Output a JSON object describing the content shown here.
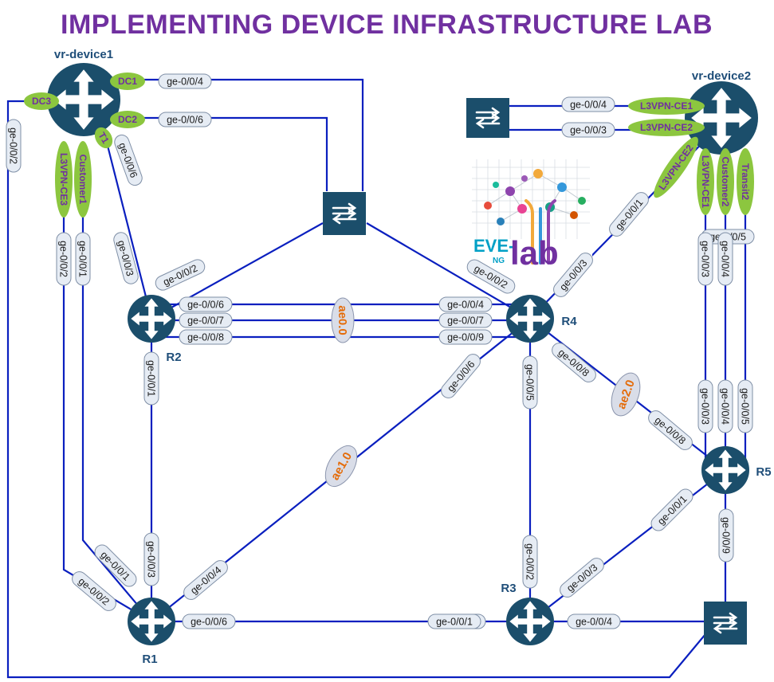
{
  "title": "IMPLEMENTING DEVICE INFRASTRUCTURE LAB",
  "devices": {
    "vr_device1": "vr-device1",
    "vr_device2": "vr-device2",
    "r1": "R1",
    "r2": "R2",
    "r3": "R3",
    "r4": "R4",
    "r5": "R5"
  },
  "tags": {
    "dc1": "DC1",
    "dc2": "DC2",
    "dc3": "DC3",
    "t1": "T1",
    "l3vpn_ce3": "L3VPN-CE3",
    "customer1": "Customer1",
    "l3vpn_ce1_top": "L3VPN-CE1",
    "l3vpn_ce2_top": "L3VPN-CE2",
    "l3vpn_ce2_diag": "L3VPN-CE2",
    "l3vpn_ce1_vert": "L3VPN-CE1",
    "customer2": "Customer2",
    "transit2": "Transit2"
  },
  "aggregates": {
    "ae0": "ae0.0",
    "ae1": "ae1.0",
    "ae2": "ae2.0"
  },
  "ports": {
    "p01": "ge-0/0/4",
    "p02": "ge-0/0/6",
    "p03": "ge-0/0/4",
    "p04": "ge-0/0/3",
    "p05": "ge-0/0/2",
    "p06": "ge-0/0/1",
    "p07": "ge-0/0/2",
    "p08": "ge-0/0/5",
    "p09": "ge-0/0/6",
    "p10": "ge-0/0/3",
    "p11": "ge-0/0/2",
    "p12": "ge-0/0/1",
    "p13": "ge-0/0/3",
    "p14": "ge-0/0/2",
    "p15": "ge-0/0/3",
    "p16": "ge-0/0/4",
    "p17": "ge-0/0/6",
    "p18": "ge-0/0/7",
    "p19": "ge-0/0/8",
    "p20": "ge-0/0/4",
    "p21": "ge-0/0/7",
    "p22": "ge-0/0/9",
    "p23": "ge-0/0/1",
    "p24": "ge-0/0/6",
    "p25": "ge-0/0/5",
    "p26": "ge-0/0/8",
    "p27": "ge-0/0/3",
    "p28": "ge-0/0/4",
    "p29": "ge-0/0/5",
    "p30": "ge-0/0/8",
    "p31": "ge-0/0/1",
    "p32": "ge-0/0/9",
    "p33": "ge-0/0/3",
    "p34": "ge-0/0/2",
    "p35": "ge-0/0/1",
    "p36": "ge-0/0/4",
    "p37": "ge-0/0/3",
    "p38": "ge-0/0/1",
    "p39": "ge-0/0/2",
    "p40": "ge-0/0/6",
    "p41": "ge-0/0/1",
    "p42": "ge-0/0/4"
  },
  "logo": {
    "eve": "EVE-",
    "ng": "NG",
    "lab": "lab"
  },
  "colors": {
    "title": "#7030a0",
    "device_fill": "#1b4e6b",
    "link": "#0a1fbf",
    "tag_fill": "#8cc63f",
    "port_fill": "#e6ecf4",
    "aggregate_text": "#e46c0a"
  }
}
